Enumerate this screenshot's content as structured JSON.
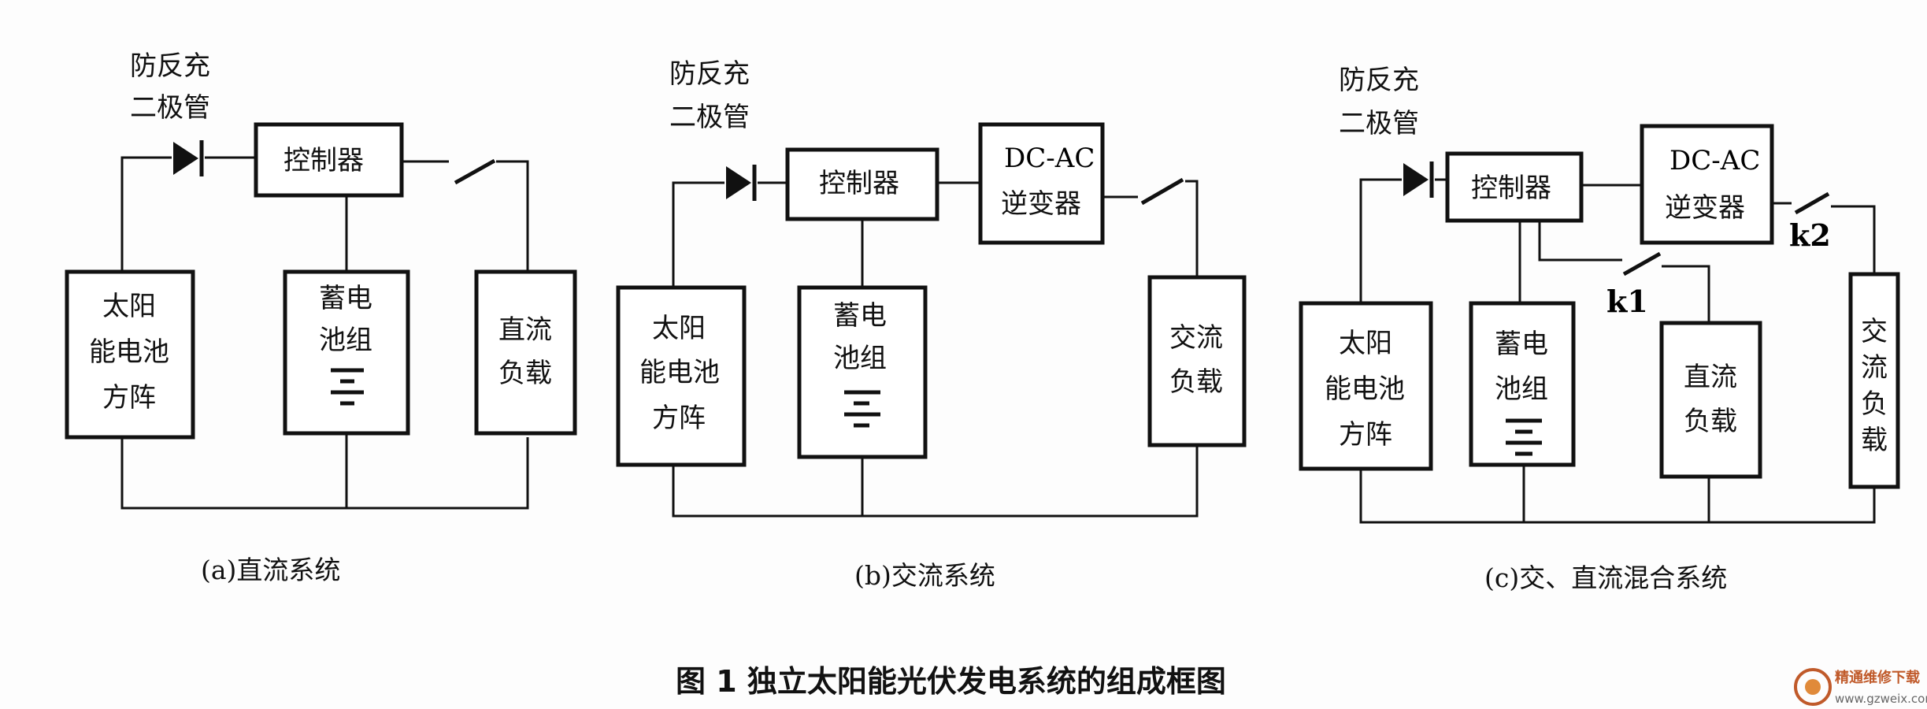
{
  "panel_a": {
    "diode_label": [
      "防反充",
      "二极管"
    ],
    "controller": "控制器",
    "solar": [
      "太阳",
      "能电池",
      "方阵"
    ],
    "battery": [
      "蓄电",
      "池组"
    ],
    "dc_load": [
      "直流",
      "负载"
    ],
    "caption": "(a)直流系统"
  },
  "panel_b": {
    "diode_label": [
      "防反充",
      "二极管"
    ],
    "controller": "控制器",
    "inverter": [
      "DC-AC",
      "逆变器"
    ],
    "solar": [
      "太阳",
      "能电池",
      "方阵"
    ],
    "battery": [
      "蓄电",
      "池组"
    ],
    "ac_load": [
      "交流",
      "负载"
    ],
    "caption": "(b)交流系统"
  },
  "panel_c": {
    "diode_label": [
      "防反充",
      "二极管"
    ],
    "controller": "控制器",
    "inverter": [
      "DC-AC",
      "逆变器"
    ],
    "solar": [
      "太阳",
      "能电池",
      "方阵"
    ],
    "battery": [
      "蓄电",
      "池组"
    ],
    "dc_load": [
      "直流",
      "负载"
    ],
    "ac_load": [
      "交",
      "流",
      "负",
      "载"
    ],
    "switch_k1": "k1",
    "switch_k2": "k2",
    "caption": "(c)交、直流混合系统"
  },
  "figure_title": "图 1  独立太阳能光伏发电系统的组成框图",
  "watermark": {
    "name": "精通维修下载",
    "url": "www.gzweix.com"
  }
}
